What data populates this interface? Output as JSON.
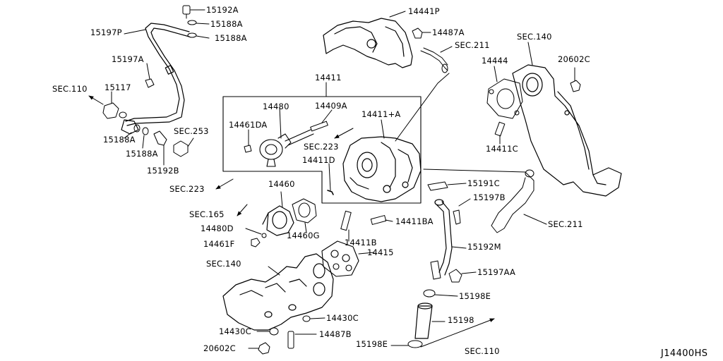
{
  "diagram": {
    "code": "J14400HS",
    "labels": {
      "l_15192A": "15192A",
      "l_15188A_1": "15188A",
      "l_15188A_2": "15188A",
      "l_15197P": "15197P",
      "l_15197A": "15197A",
      "l_SEC110_a": "SEC.110",
      "l_15117": "15117",
      "l_15188A_3": "15188A",
      "l_15188A_4": "15188A",
      "l_SEC253": "SEC.253",
      "l_15192B": "15192B",
      "l_SEC223_a": "SEC.223",
      "l_SEC165": "SEC.165",
      "l_14480D": "14480D",
      "l_14461F": "14461F",
      "l_SEC140_a": "SEC.140",
      "l_14430C_1": "14430C",
      "l_14430C_2": "14430C",
      "l_20602C_1": "20602C",
      "l_14487B": "14487B",
      "l_14441P": "14441P",
      "l_14487A": "14487A",
      "l_SEC211_a": "SEC.211",
      "l_14411": "14411",
      "l_14480": "14480",
      "l_14409A": "14409A",
      "l_14411pA": "14411+A",
      "l_14461DA": "14461DA",
      "l_SEC223_b": "SEC.223",
      "l_14411D": "14411D",
      "l_14460": "14460",
      "l_14460G": "14460G",
      "l_14411BA": "14411BA",
      "l_14411B": "14411B",
      "l_14415": "14415",
      "l_SEC140_b": "SEC.140",
      "l_20602C_2": "20602C",
      "l_14444": "14444",
      "l_14411C": "14411C",
      "l_15191C": "15191C",
      "l_15197B": "15197B",
      "l_SEC211_b": "SEC.211",
      "l_15192M": "15192M",
      "l_15197AA": "15197AA",
      "l_15198E_1": "15198E",
      "l_15198": "15198",
      "l_15198E_2": "15198E",
      "l_SEC110_b": "SEC.110"
    }
  }
}
